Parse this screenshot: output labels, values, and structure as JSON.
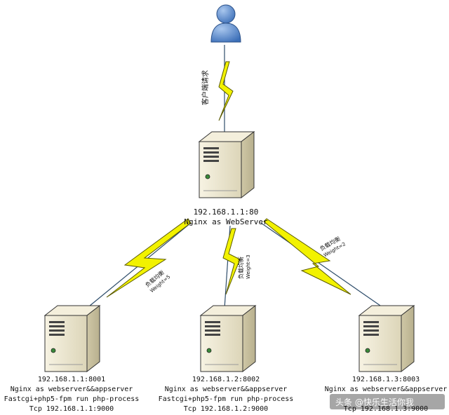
{
  "user": {
    "icon": "user-icon"
  },
  "links": {
    "client": {
      "label": "客户端请求"
    },
    "lb1": {
      "line1": "负载均衡",
      "line2": "Weight=5"
    },
    "lb2": {
      "line1": "负载均衡",
      "line2": "Weight=3"
    },
    "lb3": {
      "line1": "负载均衡",
      "line2": "Weight=2"
    }
  },
  "main_server": {
    "icon": "server-icon",
    "address": "192.168.1.1:80",
    "role": "Nginx as WebServer"
  },
  "backends": [
    {
      "icon": "server-icon",
      "address": "192.168.1.1:8001",
      "role": "Nginx as webserver&&appserver",
      "fastcgi": "Fastcgi+php5-fpm run php-process",
      "tcp": "Tcp 192.168.1.1:9000"
    },
    {
      "icon": "server-icon",
      "address": "192.168.1.2:8002",
      "role": "Nginx as webserver&&appserver",
      "fastcgi": "Fastcgi+php5-fpm run php-process",
      "tcp": "Tcp 192.168.1.2:9000"
    },
    {
      "icon": "server-icon",
      "address": "192.168.1.3:8003",
      "role": "Nginx as webserver&&appserver",
      "tcp": "Tcp 192.168.1.3:9000"
    }
  ],
  "watermark": "头条 @快乐生活你我",
  "colors": {
    "bolt": "#f2f200",
    "bolt_stroke": "#5a5a00",
    "user": "#5b8fd4",
    "server": "#ece6cf"
  }
}
